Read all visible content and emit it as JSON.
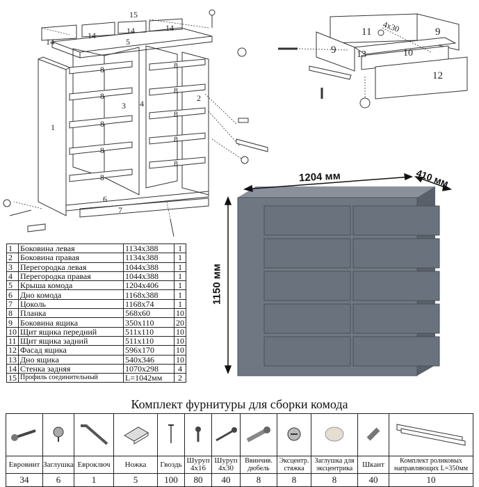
{
  "exploded_view": {
    "part_numbers": [
      "1",
      "2",
      "3",
      "4",
      "5",
      "6",
      "7",
      "8",
      "9",
      "10",
      "11",
      "12",
      "13",
      "14",
      "15"
    ]
  },
  "dimensions": {
    "width": "1204 мм",
    "depth": "410 мм",
    "height": "1150 мм",
    "drawer_screw": "4x30"
  },
  "parts_table": [
    {
      "n": "1",
      "name": "Боковина левая",
      "size": "1134x388",
      "qty": "1"
    },
    {
      "n": "2",
      "name": "Боковина правая",
      "size": "1134x388",
      "qty": "1"
    },
    {
      "n": "3",
      "name": "Перегородка левая",
      "size": "1044x388",
      "qty": "1"
    },
    {
      "n": "4",
      "name": "Перегородка правая",
      "size": "1044x388",
      "qty": "1"
    },
    {
      "n": "5",
      "name": "Крыша комода",
      "size": "1204x406",
      "qty": "1"
    },
    {
      "n": "6",
      "name": "Дно комода",
      "size": "1168x388",
      "qty": "1"
    },
    {
      "n": "7",
      "name": "Цоколь",
      "size": "1168x74",
      "qty": "1"
    },
    {
      "n": "8",
      "name": "Планка",
      "size": "568x60",
      "qty": "10"
    },
    {
      "n": "9",
      "name": "Боковина ящика",
      "size": "350x110",
      "qty": "20"
    },
    {
      "n": "10",
      "name": "Щит ящика передний",
      "size": "511x110",
      "qty": "10"
    },
    {
      "n": "11",
      "name": "Щит ящика задний",
      "size": "511x110",
      "qty": "10"
    },
    {
      "n": "12",
      "name": "Фасад ящика",
      "size": "596x170",
      "qty": "10"
    },
    {
      "n": "13",
      "name": "Дно ящика",
      "size": "540x346",
      "qty": "10"
    },
    {
      "n": "14",
      "name": "Стенка задняя",
      "size": "1070x298",
      "qty": "4"
    },
    {
      "n": "15",
      "name": "Профиль соединительный",
      "size": "L=1042мм",
      "qty": "2"
    }
  ],
  "kit": {
    "title": "Комплект фурнитуры для сборки комода",
    "items": [
      {
        "label": "Евровинт",
        "qty": "34",
        "icon": "eurobolt-icon"
      },
      {
        "label": "Заглушка",
        "qty": "6",
        "icon": "cap-icon"
      },
      {
        "label": "Евроключ",
        "qty": "1",
        "icon": "hex-key-icon"
      },
      {
        "label": "Ножка",
        "qty": "5",
        "icon": "foot-icon"
      },
      {
        "label": "Гвоздь",
        "qty": "100",
        "icon": "nail-icon"
      },
      {
        "label": "Шуруп 4x16",
        "qty": "80",
        "icon": "short-screw-icon"
      },
      {
        "label": "Шуруп 4x30",
        "qty": "40",
        "icon": "long-screw-icon"
      },
      {
        "label": "Ввинчив. дюбель",
        "qty": "8",
        "icon": "dowel-icon"
      },
      {
        "label": "Эксцентр. стяжка",
        "qty": "8",
        "icon": "cam-lock-icon"
      },
      {
        "label": "Заглушка для эксцентрика",
        "qty": "8",
        "icon": "cam-cap-icon"
      },
      {
        "label": "Шкант",
        "qty": "40",
        "icon": "wooden-dowel-icon"
      },
      {
        "label": "Комплект роликовых направляющих L=350мм",
        "qty": "10",
        "icon": "drawer-runner-icon"
      }
    ]
  },
  "colors": {
    "cabinet": "#6f7782",
    "cabinet_dark": "#59606a",
    "cabinet_light": "#7d8590"
  }
}
